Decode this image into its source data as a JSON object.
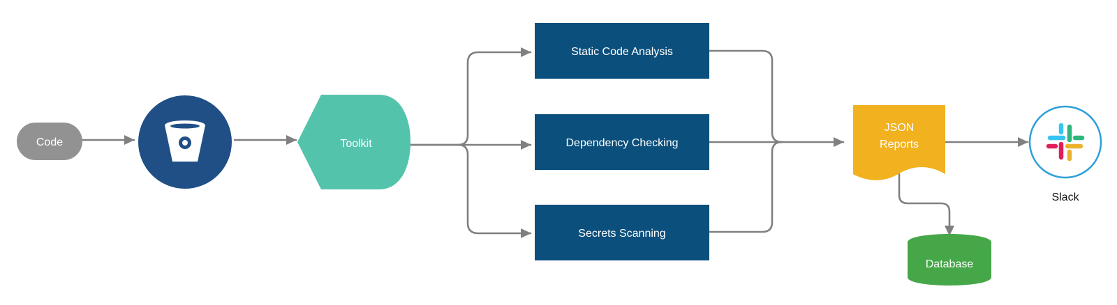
{
  "colors": {
    "connector": "#808080",
    "code_pill": "#929292",
    "bitbucket_circle": "#204f86",
    "toolkit": "#54c3ac",
    "scan_box": "#0b4f7c",
    "json_reports": "#f2b11e",
    "database": "#46a749",
    "slack_ring": "#2d9fd8",
    "slack_blue": "#36c5f0",
    "slack_green": "#2eb67d",
    "slack_red": "#e01e5a",
    "slack_yellow": "#ecb22e"
  },
  "nodes": {
    "code": {
      "label": "Code"
    },
    "bitbucket": {
      "icon": "bitbucket-bucket-icon"
    },
    "toolkit": {
      "label": "Toolkit"
    },
    "static_analysis": {
      "label": "Static Code Analysis"
    },
    "dependency_checking": {
      "label": "Dependency Checking"
    },
    "secrets_scanning": {
      "label": "Secrets Scanning"
    },
    "json_reports": {
      "line1": "JSON",
      "line2": "Reports"
    },
    "database": {
      "label": "Database"
    },
    "slack": {
      "label": "Slack",
      "icon": "slack-logo-icon"
    }
  },
  "edges": [
    {
      "from": "code",
      "to": "bitbucket"
    },
    {
      "from": "bitbucket",
      "to": "toolkit"
    },
    {
      "from": "toolkit",
      "to": "static_analysis"
    },
    {
      "from": "toolkit",
      "to": "dependency_checking"
    },
    {
      "from": "toolkit",
      "to": "secrets_scanning"
    },
    {
      "from": "static_analysis",
      "to": "json_reports"
    },
    {
      "from": "dependency_checking",
      "to": "json_reports"
    },
    {
      "from": "secrets_scanning",
      "to": "json_reports"
    },
    {
      "from": "json_reports",
      "to": "database"
    },
    {
      "from": "json_reports",
      "to": "slack"
    }
  ]
}
